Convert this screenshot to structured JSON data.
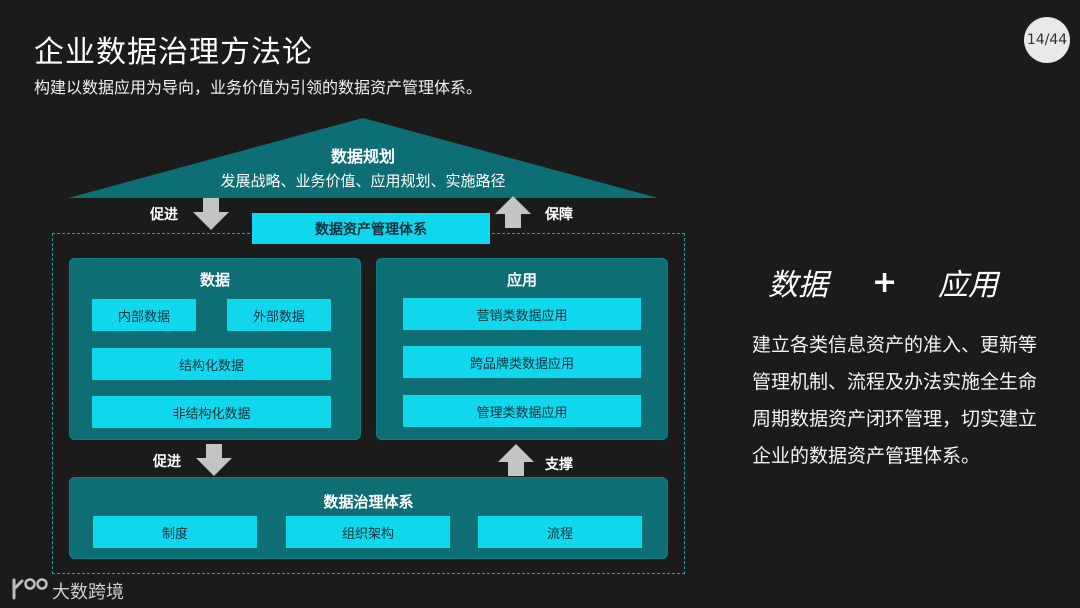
{
  "header": {
    "title": "企业数据治理方法论",
    "subtitle": "构建以数据应用为导向，业务价值为引领的数据资产管理体系。",
    "page": "14/44"
  },
  "roof": {
    "title": "数据规划",
    "subtitle": "发展战略、业务价值、应用规划、实施路径"
  },
  "arrows": {
    "left_top": "促进",
    "right_top": "保障",
    "left_bottom": "促进",
    "right_bottom": "支撑"
  },
  "management_system": "数据资产管理体系",
  "data_panel": {
    "title": "数据",
    "items": [
      "内部数据",
      "外部数据",
      "结构化数据",
      "非结构化数据"
    ]
  },
  "app_panel": {
    "title": "应用",
    "items": [
      "营销类数据应用",
      "跨品牌类数据应用",
      "管理类数据应用"
    ]
  },
  "governance": {
    "title": "数据治理体系",
    "items": [
      "制度",
      "组织架构",
      "流程"
    ]
  },
  "right": {
    "left_word": "数据",
    "plus": "+",
    "right_word": "应用",
    "paragraph": "建立各类信息资产的准入、更新等管理机制、流程及办法实施全生命周期数据资产闭环管理，切实建立企业的数据资产管理体系。"
  },
  "logo": {
    "text": "大数跨境"
  },
  "colors": {
    "background": "#1b1b1b",
    "teal": "#0d6f75",
    "cyan": "#10d7ee",
    "arrow": "#bdbdbd"
  }
}
